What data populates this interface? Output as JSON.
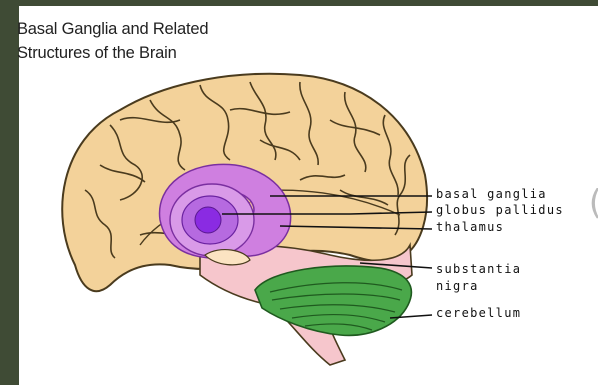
{
  "title": {
    "line1": "Basal Ganglia and Related",
    "line2": "Structures of the Brain"
  },
  "labels": {
    "basal_ganglia": "basal ganglia",
    "globus_pallidus": "globus pallidus",
    "thalamus": "thalamus",
    "substantia_nigra_1": "substantia",
    "substantia_nigra_2": "nigra",
    "cerebellum": "cerebellum"
  },
  "colors": {
    "cortex": "#f3d29a",
    "sulci": "#4a3b1e",
    "basal_ganglia": "#cf7fe0",
    "globus_pallidus": "#9b3fd6",
    "thalamus": "#f2bfa0",
    "brainstem": "#f6c6cc",
    "cerebellum": "#4aa84a",
    "background": "#3f4b35"
  }
}
